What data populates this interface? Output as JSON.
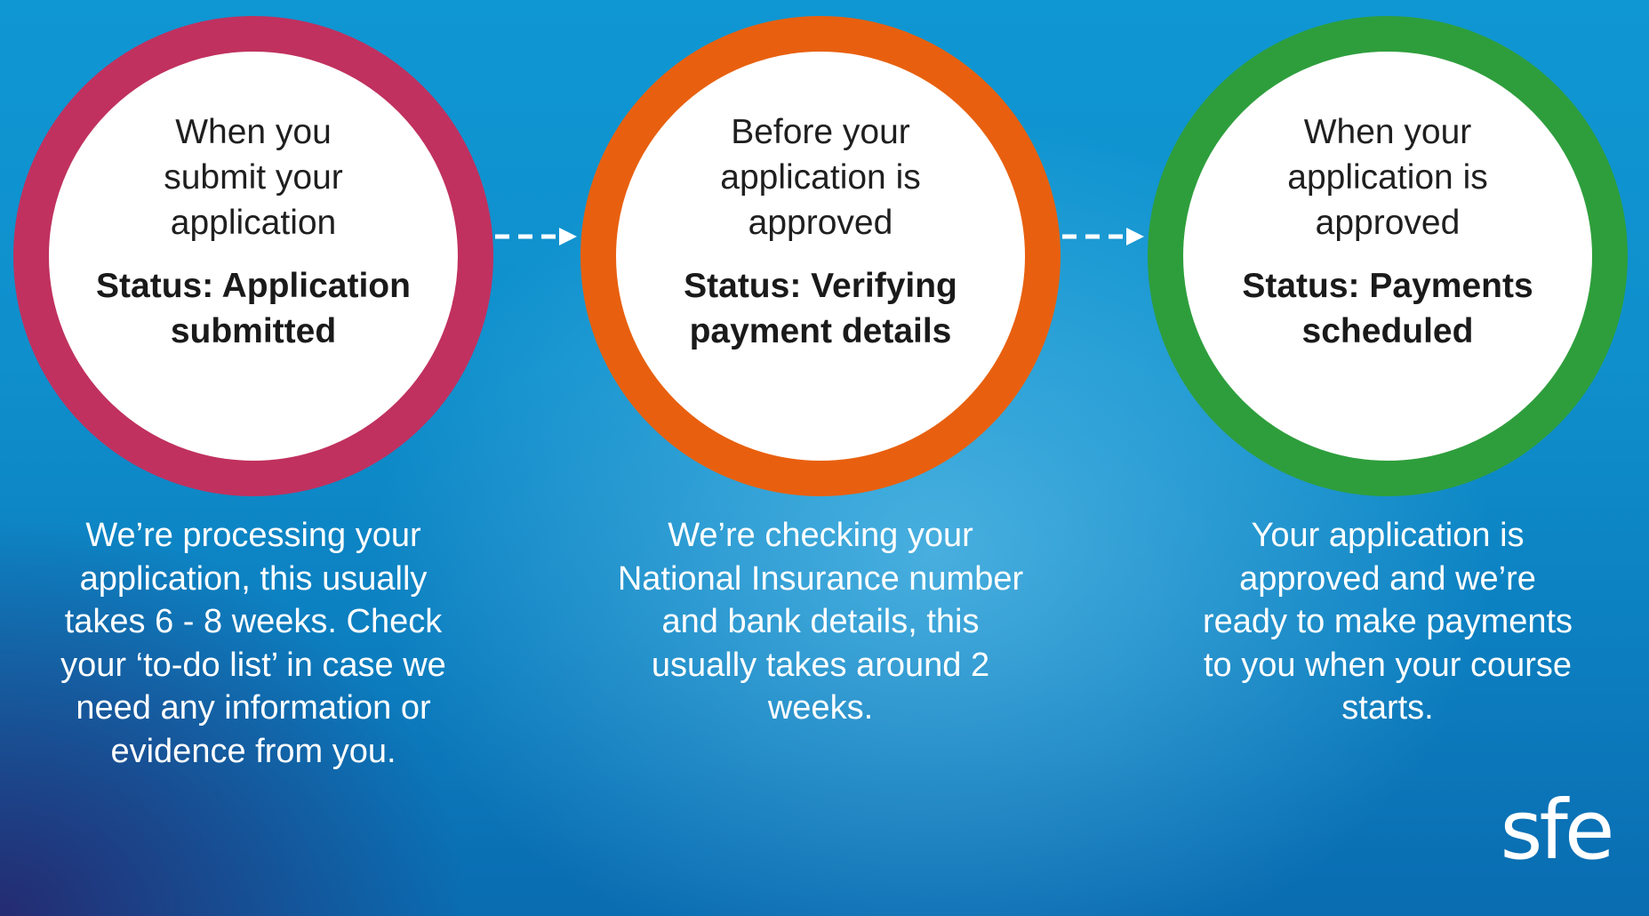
{
  "steps": [
    {
      "when": "When you submit your application",
      "status": "Status: Application submitted",
      "description": "We’re processing your application, this usually takes 6 - 8 weeks. Check your ‘to-do list’ in case we need any information or evidence from you.",
      "ring_color": "#c0315f"
    },
    {
      "when": "Before your application is approved",
      "status": "Status: Verifying payment details",
      "description": "We’re checking your National Insurance number and bank details, this usually takes around 2 weeks.",
      "ring_color": "#e8600f"
    },
    {
      "when": "When your application is approved",
      "status": "Status: Payments scheduled",
      "description": "Your application is approved and we’re ready to make payments to you when your course starts.",
      "ring_color": "#2e9e3c"
    }
  ],
  "arrows": [
    "dashed-arrow-icon",
    "dashed-arrow-icon"
  ],
  "logo": {
    "text": "sfe",
    "color": "#ffffff"
  },
  "colors": {
    "background": "#0f8fcc",
    "text_on_background": "#ffffff"
  }
}
